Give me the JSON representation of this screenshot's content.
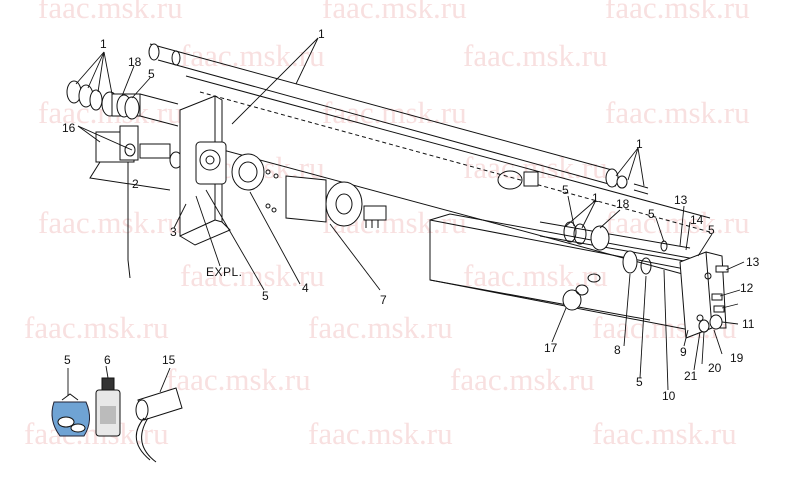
{
  "watermark": "faac.msk.ru",
  "callouts": {
    "c1a": "1",
    "c1b": "1",
    "c1c": "1",
    "c1d": "1",
    "c2": "2",
    "c3": "3",
    "c4": "4",
    "c5a": "5",
    "c5b": "5",
    "c5c": "5",
    "c5d": "5",
    "c5e": "5",
    "c5f": "5",
    "c5g": "5",
    "c6": "6",
    "c7": "7",
    "c8": "8",
    "c9": "9",
    "c10": "10",
    "c11": "11",
    "c12": "12",
    "c13a": "13",
    "c13b": "13",
    "c14": "14",
    "c15": "15",
    "c16": "16",
    "c17": "17",
    "c18a": "18",
    "c18b": "18",
    "c19": "19",
    "c20": "20",
    "c21": "21",
    "expl": "EXPL."
  }
}
